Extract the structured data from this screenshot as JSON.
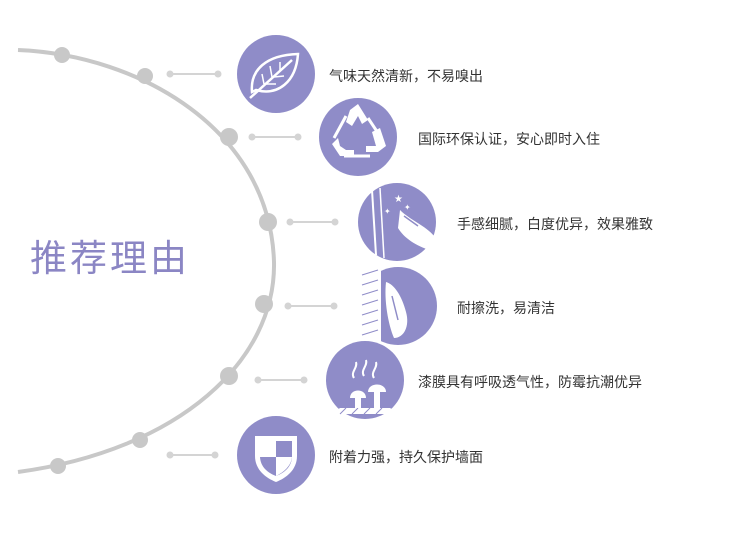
{
  "heading": "推荐理由",
  "colors": {
    "accent": "#8f8cc8",
    "arc": "#c8c8c8",
    "text": "#333333",
    "title": "#8b86c4"
  },
  "features": [
    {
      "text": "气味天然清新，不易嗅出",
      "icon": "leaf-icon"
    },
    {
      "text": "国际环保认证，安心即时入住",
      "icon": "recycle-icon"
    },
    {
      "text": "手感细腻，白度优异，效果雅致",
      "icon": "hand-touch-wall-icon"
    },
    {
      "text": "耐擦洗，易清洁",
      "icon": "hand-wipe-wall-icon"
    },
    {
      "text": "漆膜具有呼吸透气性，防霉抗潮优异",
      "icon": "breathing-mushroom-icon"
    },
    {
      "text": "附着力强，持久保护墙面",
      "icon": "shield-icon"
    }
  ]
}
